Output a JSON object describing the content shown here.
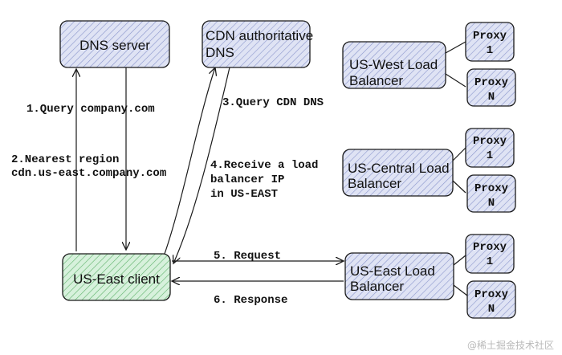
{
  "colors": {
    "box_fill": "#dfe3f4",
    "box_hatch": "#8a96cc",
    "client_fill": "#d7f1dc",
    "client_hatch": "#62b46e",
    "stroke": "#1a1a1a"
  },
  "nodes": {
    "dns_server": "DNS server",
    "cdn_dns": [
      "CDN authoritative",
      "DNS"
    ],
    "client": "US-East client",
    "lb_west": [
      "US-West Load",
      "Balancer"
    ],
    "lb_central": [
      "US-Central Load",
      "Balancer"
    ],
    "lb_east": [
      "US-East Load",
      "Balancer"
    ],
    "proxy": {
      "west_1": [
        "Proxy",
        "1"
      ],
      "west_n": [
        "Proxy",
        "N"
      ],
      "central_1": [
        "Proxy",
        "1"
      ],
      "central_n": [
        "Proxy",
        "N"
      ],
      "east_1": [
        "Proxy",
        "1"
      ],
      "east_n": [
        "Proxy",
        "N"
      ]
    }
  },
  "labels": {
    "step1": "1.Query company.com",
    "step2": [
      "2.Nearest region",
      "cdn.us-east.company.com"
    ],
    "step3": "3.Query CDN DNS",
    "step4": [
      "4.Receive a load",
      "balancer IP",
      "in US-EAST"
    ],
    "step5": "5. Request",
    "step6": "6. Response"
  },
  "watermark": "@稀土掘金技术社区"
}
